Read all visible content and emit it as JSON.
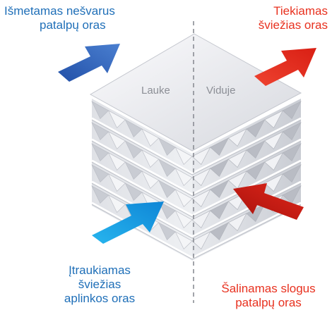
{
  "labels": {
    "exhaust_out": {
      "line1": "Išmetamas nešvarus",
      "line2": "patalpų oras"
    },
    "supply_in": {
      "line1": "Tiekiamas",
      "line2": "šviežias oras"
    },
    "fresh_intake": {
      "line1": "Įtraukiamas",
      "line2": "šviežias",
      "line3": "aplinkos oras"
    },
    "stale_extract": {
      "line1": "Šalinamas slogus",
      "line2": "patalpų oras"
    }
  },
  "zones": {
    "outside": "Lauke",
    "inside": "Viduje"
  },
  "colors": {
    "blue_text": "#1f6fb8",
    "red_text": "#e8311f",
    "blue_arrow_light": "#1eaae8",
    "blue_arrow_dark": "#2d5fb0",
    "red_arrow": "#d8231a",
    "red_arrow_dark": "#b1140f"
  }
}
